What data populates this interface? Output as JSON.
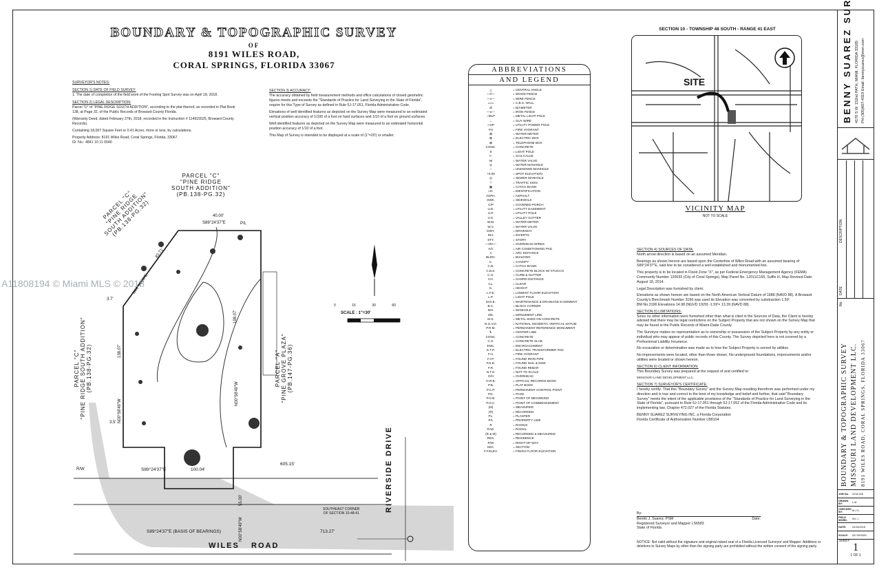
{
  "title": {
    "line1": "BOUNDARY & TOPOGRAPHIC SURVEY",
    "line2": "OF",
    "line3": "8191 WILES ROAD,",
    "line4": "CORAL SPRINGS, FLORIDA 33067"
  },
  "notes_left": {
    "heading": "SURVEYOR'S NOTES:",
    "s1_title": "SECTION 1) DATE OF FIELD SURVEY:",
    "s1_text": "1. The date of completion of the field work of the Footing Spot Survey was on April 18, 2018.",
    "s2_title": "SECTION 2) LEGAL DESCRIPTION:",
    "s2_text": "Parcel \"D\" of \"PINE RIDGE SOUTH ADDITION\", according to the plat thereof, as recorded in Plat Book 138, at Page 32, of the Public Records of Broward County Florida.",
    "s2_text2": "(Warranty Deed, dated February 27th, 2018, recorded in the Instruction # 114915525, Broward County Records).",
    "s2_text3": "Containing 18,007 Square Feet or 0.41 Acres, more or less, by calculations.",
    "s2_text4": "Property Address: 8191 Wiles Road, Coral Springs, Florida, 33067.",
    "s2_text5": "ID. No.: 4841 10 11 0040"
  },
  "notes_mid": {
    "s3_title": "SECTION 3) ACCURACY:",
    "s3_text": "The accuracy obtained by field measurement methods and office calculations of closed geometric figures meets and exceeds the \"Standards of Practice for Land Surveying in the State of Florida\", require for this Type of Survey as defined in Rule 5J-17.051, Florida Administrative Code.",
    "s3_text2": "Elevations of well identified features as depicted on the Survey Map were measured to an estimated vertical position accuracy of 1/100 of a foot on hard surfaces and 1/10 of a foot on ground surfaces.",
    "s3_text3": "Well identified features as depicted on the Survey Map were measured to an estimated horizontal position accuracy of 1/10 of a foot.",
    "s3_text4": "This Map of Survey is intended to be displayed at a scale of (1\"=20') or smaller."
  },
  "plan": {
    "parcel_c_top": "PARCEL \"C\"\n\"PINE RIDGE\nSOUTH ADDITION\"\n(PB.138-PG.32)",
    "parcel_c_diag": "PARCEL \"C\"\n\"PINE RIDGE\nSOUTH ADDITION\"\n(PB.138-PG.32)",
    "parcel_c_left": "PARCEL \"C\"\n\"PINE RIDGE SOUTH ADDITION\"\n(PB.138-PG.32)",
    "parcel_a": "PARCEL \"A\"\n\"PINE GROVE PLAZA\"\n(PB.147-PG.36)",
    "dim_top": "40.00'",
    "bearing_top": "S89°24'37\"E",
    "dim_diag": "83.71'",
    "bearing_diag": "N44°19'23\"E",
    "dim_right": "198.07'",
    "bearing_right": "N00°58'49\"W",
    "dim_left": "138.07'",
    "bearing_left": "N00°58'49\"W",
    "bearing_bottom": "S89°24'37\"E",
    "dim_bottom": "100.04'",
    "dim_605": "605.15'",
    "dim_55": "55.00'",
    "bearing_55": "N00°58'49\"W",
    "basis": "S89°24'37\"E (BASIS OF BEARINGS)",
    "dim_713": "713.27'",
    "dim_37": "3.7'",
    "dim_35": "3.5'",
    "road_wiles": "WILES",
    "road_road": "ROAD",
    "road_riverside": "RIVERSIDE DRIVE",
    "se_corner": "SOUTHEAST CORNER\nOF SECTION 10-48-41",
    "pl": "P/L",
    "rw": "R/W",
    "scale_label": "SCALE : 1\"=30'",
    "scale_ticks": [
      "0",
      "15",
      "30",
      "60"
    ]
  },
  "watermark": "A11808194 © Miami MLS © 2018",
  "legend": {
    "h1": "ABBREVIATIONS",
    "h2": "AND LEGEND",
    "items": [
      [
        "△",
        "= CENTRAL ANGLE"
      ],
      [
        "—//—",
        "= WOOD FENCE"
      ],
      [
        "—x—",
        "= WIRE FENCE"
      ],
      [
        "▭▭",
        "= C.B.S. WALL"
      ],
      [
        "Ø",
        "= DIAMETER"
      ],
      [
        "—o—",
        "= IRON FENCE"
      ],
      [
        "○MLP",
        "= METAL LIGHT POLE"
      ],
      [
        "←",
        "= GUY WIRE"
      ],
      [
        "⊸UP",
        "= UTILITY POWER POLE"
      ],
      [
        "FH",
        "= FIRE HYDRANT"
      ],
      [
        "⊠",
        "= WATER METER"
      ],
      [
        "⊠",
        "= ELECTRIC BOX"
      ],
      [
        "⊠",
        "= TELEPHONE BOX"
      ],
      [
        "CONC.",
        "= CONCRETE"
      ],
      [
        "✡",
        "= LIGHT POLE"
      ],
      [
        "⊢",
        "= GAS CALVE"
      ],
      [
        "⋈",
        "= WATER VALVE"
      ],
      [
        "◎",
        "= WATER MANHOLE"
      ],
      [
        "○",
        "= UNKNOWN MANHOLE"
      ],
      [
        "+0.00",
        "= SPOT ELEVATION"
      ],
      [
        "◎",
        "= SEWER MANHOLE"
      ],
      [
        "⊤",
        "= TRAFFIC SIGN"
      ],
      [
        "▦",
        "= CATCH BASIN"
      ],
      [
        "I.D.",
        "= IDENTIFICATION"
      ],
      [
        "ASPH.",
        "= ASPHALT"
      ],
      [
        "SWK.",
        "= SIDEWALK"
      ],
      [
        "C/P",
        "= COVERED PORCH"
      ],
      [
        "U.E.",
        "= UTILITY EASEMENT"
      ],
      [
        "U.P.",
        "= UTILITY POLE"
      ],
      [
        "V.G.",
        "= VALLEY GUTTER"
      ],
      [
        "W.M.",
        "= WATER METER"
      ],
      [
        "W.V.",
        "= WATER VALVE"
      ],
      [
        "DWY.",
        "= DRIVEWAY"
      ],
      [
        "INV.",
        "= INVERTS"
      ],
      [
        "STY.",
        "= STORY"
      ],
      [
        "—OH—",
        "= OVERHEAD WIRES"
      ],
      [
        "A/C",
        "= AIR CONDITIONING PAD"
      ],
      [
        "A",
        "= ARC DISTANCE"
      ],
      [
        "BLDG.",
        "= BUILDING"
      ],
      [
        "C.",
        "= CANOPY"
      ],
      [
        "C.B.",
        "= CATCH BASIN"
      ],
      [
        "C.B.S.",
        "= CONCRETE BLOCK W/ STUCCO"
      ],
      [
        "C.G.",
        "= CURB & GUTTER"
      ],
      [
        "CH.",
        "= CHORD DISTANCE"
      ],
      [
        "CL.",
        "= CLEAR"
      ],
      [
        "G.",
        "= HEIGHT"
      ],
      [
        "L.F.E.",
        "= LOWEST FLOOR ELEVATION"
      ],
      [
        "L.P.",
        "= LIGHT POLE"
      ],
      [
        "M.D.E.",
        "= MAINTENANCE & DRAINAGE EASEMENT"
      ],
      [
        "B.C.",
        "= BLOCK CORNER"
      ],
      [
        "MH.",
        "= MANHOLE"
      ],
      [
        "M/L",
        "= MONUMENT LINE"
      ],
      [
        "M.S.",
        "= METAL SHED ON CONCRETE"
      ],
      [
        "N.G.V.D.",
        "= NATIONAL GEODETIC VERTICAL DATUM"
      ],
      [
        "P.R.M.",
        "= PERMANENT REFERENCE MONUMENT"
      ],
      [
        "℄",
        "= CENTER LINE"
      ],
      [
        "CONC.",
        "= CONCRETE"
      ],
      [
        "C.S.",
        "= CONCRETE SLAB"
      ],
      [
        "ENC.",
        "= ENCROACHMENT"
      ],
      [
        "E.T.P.",
        "= ELECTRIC TRANSFORMER PAD"
      ],
      [
        "F.H.",
        "= FIRE HYDRANT"
      ],
      [
        "F.I.P.",
        "= FOUND IRON PIPE"
      ],
      [
        "F.N.D.",
        "= FOUND NAIL & DISK"
      ],
      [
        "F.R.",
        "= FOUND REBAR"
      ],
      [
        "N.T.S.",
        "= NOT TO SCALE"
      ],
      [
        "O/H",
        "= OVERHEAD"
      ],
      [
        "O.R.B.",
        "= OFFICIAL RECORDS BOOK"
      ],
      [
        "P.B.",
        "= PLAT BOOK"
      ],
      [
        "P.C.P.",
        "= PERMANENT CONTROL POINT"
      ],
      [
        "PG.",
        "= PAGE"
      ],
      [
        "P.O.B.",
        "= POINT OF BEGINNING"
      ],
      [
        "P.O.C.",
        "= POINT OF COMMENCEMENT"
      ],
      [
        "(M)",
        "= MEASURED"
      ],
      [
        "(R)",
        "= RECORDED"
      ],
      [
        "PL.",
        "= PLANTER"
      ],
      [
        "P/L",
        "= PROPERTY LINE"
      ],
      [
        "R",
        "= RADIUS"
      ],
      [
        "RAD.",
        "= RADIAL"
      ],
      [
        "(R & M)",
        "= RECORDED & MEASURED"
      ],
      [
        "RES.",
        "= RESIDENCE"
      ],
      [
        "R/W",
        "= RIGHT-OF-WAY"
      ],
      [
        "SEC.",
        "= SECTION"
      ],
      [
        "F.F.ELEV.",
        "= FINISH FLOOR ELEVATION"
      ]
    ]
  },
  "vicinity": {
    "header": "SECTION 10 - TOWNSHIP 48 SOUTH - RANGE 41 EAST",
    "site": "SITE",
    "title": "VICINITY MAP",
    "sub": "NOT TO SCALE"
  },
  "notes_right": {
    "s4_title": "SECTION 4) SOURCES OF DATA:",
    "s4_1": "North arrow direction is based on an assumed Meridian.",
    "s4_2": "Bearings as shown hereon are based upon the Centerline of Wiles Road with an assumed bearing of S89°24'37\"E, said line to be considered a well established and monumented line.",
    "s4_3": "This property is to be located in Flood Zone \"X\", as per Federal Emergency Management Agency (FEMA) Community Number 120033 (City of Coral Springs), Map Panel No. 12011C165, Suffix H, Map Revised Date: August 18, 2014.",
    "s4_4": "Legal Description was furnished by client.",
    "s4_5": "Elevations as shown hereon are based on the North American Vertical Datum of 1988 (NAVD 88). A Broward County's Benchmark Number 3196 was used its Elevation was converted by substraction 1.59'.",
    "s4_6": "BM No.3196 Elevations 14.98 (NGVD 1929) -1.59'= 13.39 (NAVD 88).",
    "s5_title": "SECTION 5) LIMITATIONS:",
    "s5_1": "Since no other information were furnished other than what is cited in the Sources of Data, the Client is hereby advised that there may be legal restrictions on the Subject Property that are not shown on the Survey Map that may be found in the Public Records of Miami-Dade County.",
    "s5_2": "The Surveyor makes no representation as to ownership or possession of the Subject Property by any entity or individual who may appear of public records of this County. The Survey depicted here is not covered by a Professional Liability Insurance.",
    "s5_3": "No excavation or determination was made as to how the Subject Property is served by utilities.",
    "s5_4": "No improvements were located, other than those shown. No underground foundations, improvements and/or utilities were located or shown hereon.",
    "s6_title": "SECTION 6) CLIENT INFORMATION:",
    "s6_1": "This Boundary Survey was prepared at the request of and certified to:",
    "s6_2": "MISSOURI LAND DEVELOPMENT LLC.",
    "s7_title": "SECTION 7) SURVEYOR'S CERTIFICATE:",
    "s7_1": "I hereby certify: That this \"Boundary Survey\" and the Survey Map resulting therefrom was performed under my direction and is true and correct to the best of my knowledge and belief and further, that said \"Boundary Survey\" meets the intent of the applicable provisions of the \"Standards of Practice for Land Surveying in the State of Florida\", pursuant to Rule 5J-17.051 through 5J-17.052 of the Florida Administrative Code and its implementing law, Chapter 472.027 of the Florida Statutes.",
    "s7_2": "BENNY SUAREZ SURVEYING INC. a Florida Corporation",
    "s7_3": "Florida Certificate of Authorization Number LB8104",
    "sig_by": "By:",
    "sig_name": "Benito J. Suarez, PSM",
    "sig_date": "Date:",
    "sig_l2": "Registered Surveyor and Mapper LS6583",
    "sig_l3": "State of Florida",
    "notice": "NOTICE: Not valid without the signature and original raised seal of a Florida Licensed Surveyor and Mapper. Additions or deletions to Survey Maps by other than the signing party are prohibited without the written consent of the signing party."
  },
  "titleblock": {
    "company": "BENNY SUAREZ SURVEYING INC.",
    "address": "4170 S.W. 152nd PATH, MIAMI, FLORIDA 33185",
    "phone": "PH:(305)607-4319  Email: bennysuarez@msn.com",
    "description": "DESCRIPTION",
    "date": "DATE",
    "no": "No.",
    "project1": "BOUNDARY & TOPOGRAPHIC SURVEY",
    "project2": "MISSOURI LAND DEVELOPMENT LLC.",
    "project3": "8191 WILES ROAD,  CORAL SPRINGS, FLORIDA 33067",
    "rows": [
      [
        "JOB No.",
        "2018-026"
      ],
      [
        "DRAWN BY:",
        "L.M."
      ],
      [
        "CHECKED BY:",
        "M.J.S."
      ],
      [
        "FIELD WORK:",
        "W.L.I."
      ],
      [
        "DATE:",
        "04/18/2018"
      ],
      [
        "SCALE:",
        "AS SHOWN"
      ]
    ],
    "sheet_label": "SHEET:",
    "sheet_no": "1",
    "sheet_of": "1 OF 1"
  }
}
